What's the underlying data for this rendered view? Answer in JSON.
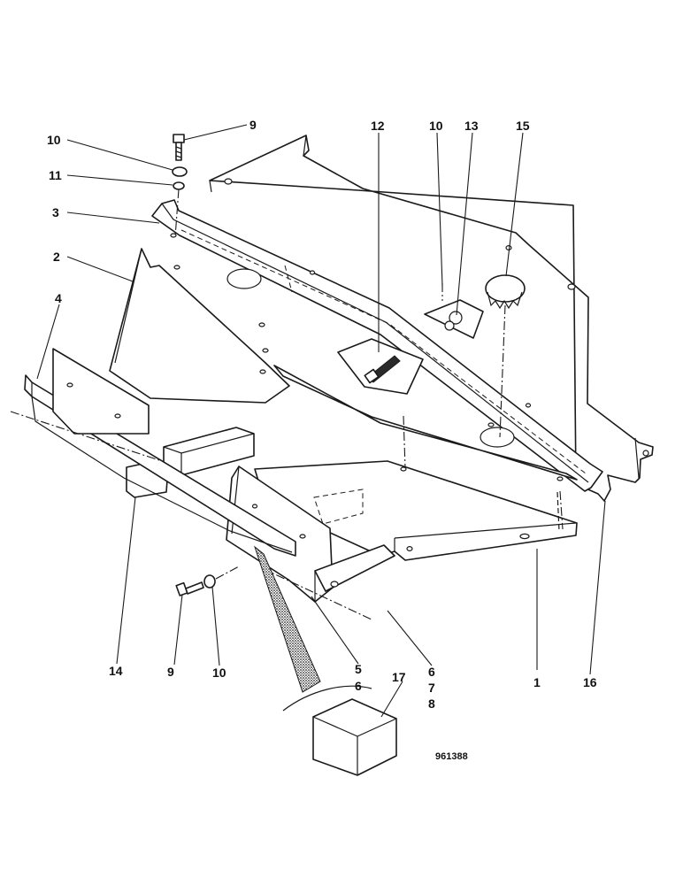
{
  "figure": {
    "drawing_number": "961388",
    "callouts": {
      "c1": "1",
      "c2": "2",
      "c3": "3",
      "c4": "4",
      "c5": "5",
      "c6a": "6",
      "c6b": "6",
      "c7": "7",
      "c8": "8",
      "c9a": "9",
      "c9b": "9",
      "c10a": "10",
      "c10b": "10",
      "c10c": "10",
      "c11": "11",
      "c12": "12",
      "c13": "13",
      "c14": "14",
      "c15": "15",
      "c16": "16",
      "c17": "17"
    }
  }
}
